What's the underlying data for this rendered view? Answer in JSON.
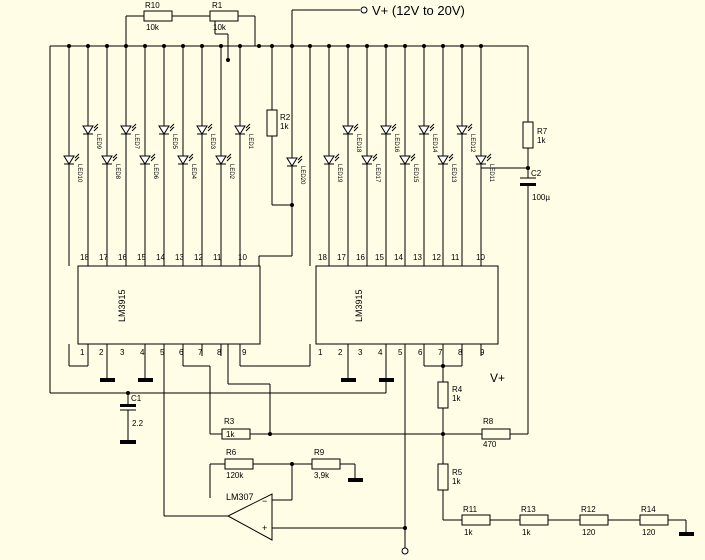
{
  "supply_label": "V+ (12V to 20V)",
  "vplus_label": "V+",
  "chips": [
    {
      "label": "LM3915",
      "pins_top": [
        "18",
        "17",
        "16",
        "15",
        "14",
        "13",
        "12",
        "11",
        "10"
      ],
      "pins_bottom": [
        "1",
        "2",
        "3",
        "4",
        "5",
        "6",
        "7",
        "8",
        "9"
      ]
    },
    {
      "label": "LM3915",
      "pins_top": [
        "18",
        "17",
        "16",
        "15",
        "14",
        "13",
        "12",
        "11",
        "10"
      ],
      "pins_bottom": [
        "1",
        "2",
        "3",
        "4",
        "5",
        "6",
        "7",
        "8",
        "9"
      ]
    }
  ],
  "opamp": {
    "label": "LM307",
    "minus": "−",
    "plus": "+"
  },
  "resistors": {
    "r10": {
      "name": "R10",
      "value": "10k"
    },
    "r1": {
      "name": "R1",
      "value": "10k"
    },
    "r2": {
      "name": "R2",
      "value": "1k"
    },
    "r7": {
      "name": "R7",
      "value": "1k"
    },
    "r3": {
      "name": "R3",
      "value": "1k"
    },
    "r4": {
      "name": "R4",
      "value": "1k"
    },
    "r5": {
      "name": "R5",
      "value": "1k"
    },
    "r6": {
      "name": "R6",
      "value": "120k"
    },
    "r8": {
      "name": "R8",
      "value": "470"
    },
    "r9": {
      "name": "R9",
      "value": "3,9k"
    },
    "r11": {
      "name": "R11",
      "value": "1k"
    },
    "r13": {
      "name": "R13",
      "value": "1k"
    },
    "r12": {
      "name": "R12",
      "value": "120"
    },
    "r14": {
      "name": "R14",
      "value": "120"
    }
  },
  "capacitors": {
    "c1": {
      "name": "C1",
      "value": "2.2"
    },
    "c2": {
      "name": "C2",
      "value": "100µ"
    }
  },
  "leds_left": [
    "LED10",
    "LED9",
    "LED8",
    "LED7",
    "LED6",
    "LED5",
    "LED4",
    "LED3",
    "LED2",
    "LED1"
  ],
  "leds_right": [
    "LED20",
    "LED19",
    "LED18",
    "LED17",
    "LED16",
    "LED15",
    "LED14",
    "LED13",
    "LED12",
    "LED11"
  ]
}
